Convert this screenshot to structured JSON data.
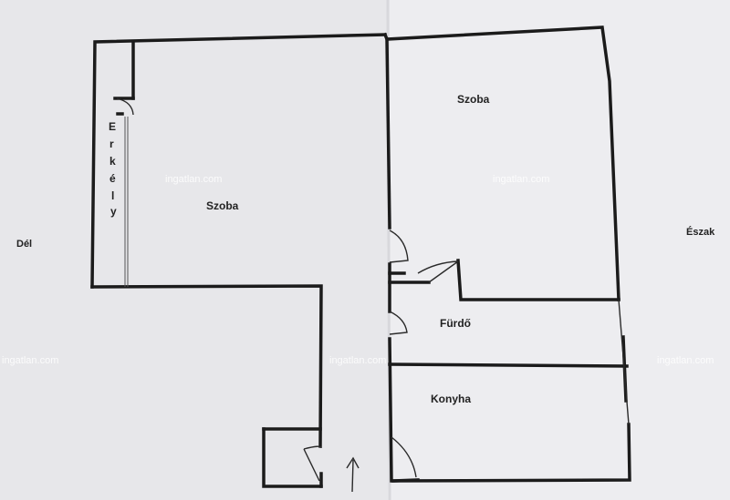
{
  "rooms": {
    "szoba_left": "Szoba",
    "szoba_right": "Szoba",
    "furdo": "Fürdő",
    "konyha": "Konyha",
    "erkely": [
      "E",
      "r",
      "k",
      "é",
      "l",
      "y"
    ]
  },
  "directions": {
    "south": "Dél",
    "north": "Észak"
  },
  "watermark": "ingatlan.com",
  "colors": {
    "paper": "#e9e9ec",
    "paper_right": "#ececef",
    "wall": "#1b1b1b",
    "watermark": "#ffffff"
  },
  "icons": {
    "entrance": "arrow-up-icon"
  }
}
